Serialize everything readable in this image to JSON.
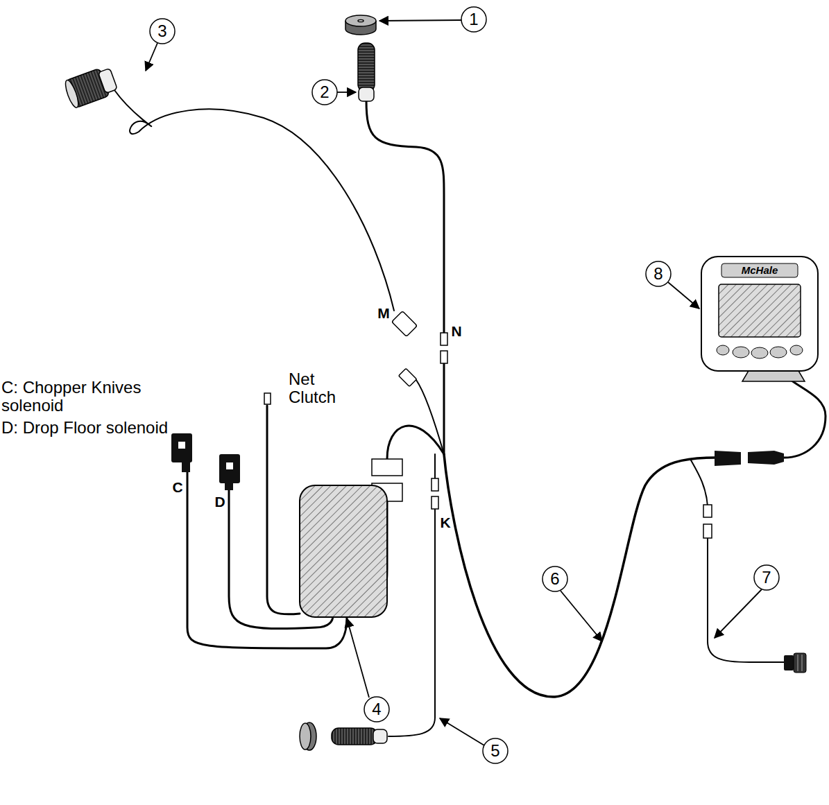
{
  "diagram": {
    "labels": [
      "1",
      "2",
      "3",
      "4",
      "5",
      "6",
      "7",
      "8",
      "M",
      "N",
      "K",
      "C",
      "D",
      "C: Chopper Knives solenoid",
      "D: Drop Floor solenoid",
      "Net Clutch",
      "McHale"
    ]
  }
}
